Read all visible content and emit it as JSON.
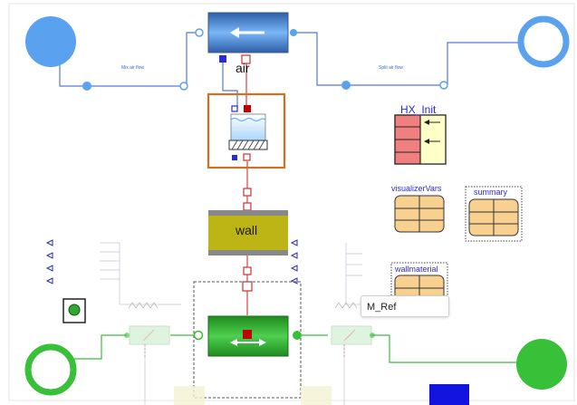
{
  "labels": {
    "air": "air",
    "mix_air_flow": "Mix air flow",
    "split_air_flow": "Split air flow",
    "hx_init": "HX_Init",
    "wall": "wall",
    "visualizer_vars": "visualizerVars",
    "summary": "summary",
    "wallmaterial": "wallmaterial",
    "tooltip": "M_Ref"
  },
  "colors": {
    "fluid_blue": "#5aa2f0",
    "heat_green": "#38c038",
    "wall_olive": "#bdb516",
    "selection_orange": "#d07020",
    "heat_red": "#d03030",
    "table_peach": "#f8d090"
  },
  "icons": [
    "arrow-left-icon",
    "double-arrow-icon",
    "water-tank-icon",
    "table-icon",
    "port-icon"
  ]
}
